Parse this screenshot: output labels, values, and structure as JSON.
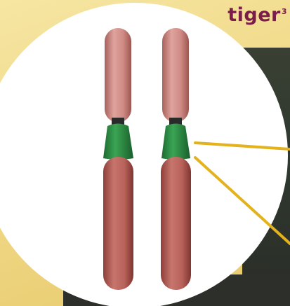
{
  "label": {
    "word": "tiger",
    "superscript": "3"
  },
  "colors": {
    "background": "#f2dc8c",
    "circle": "#ffffff",
    "chromatid": "#b8625a",
    "chromatid_upper": "#cf8a84",
    "centromere": "#2f8f45",
    "pointer_line": "#e3b21c",
    "label_text": "#7b1d4a"
  },
  "icons": [
    "chromatid-pair"
  ]
}
